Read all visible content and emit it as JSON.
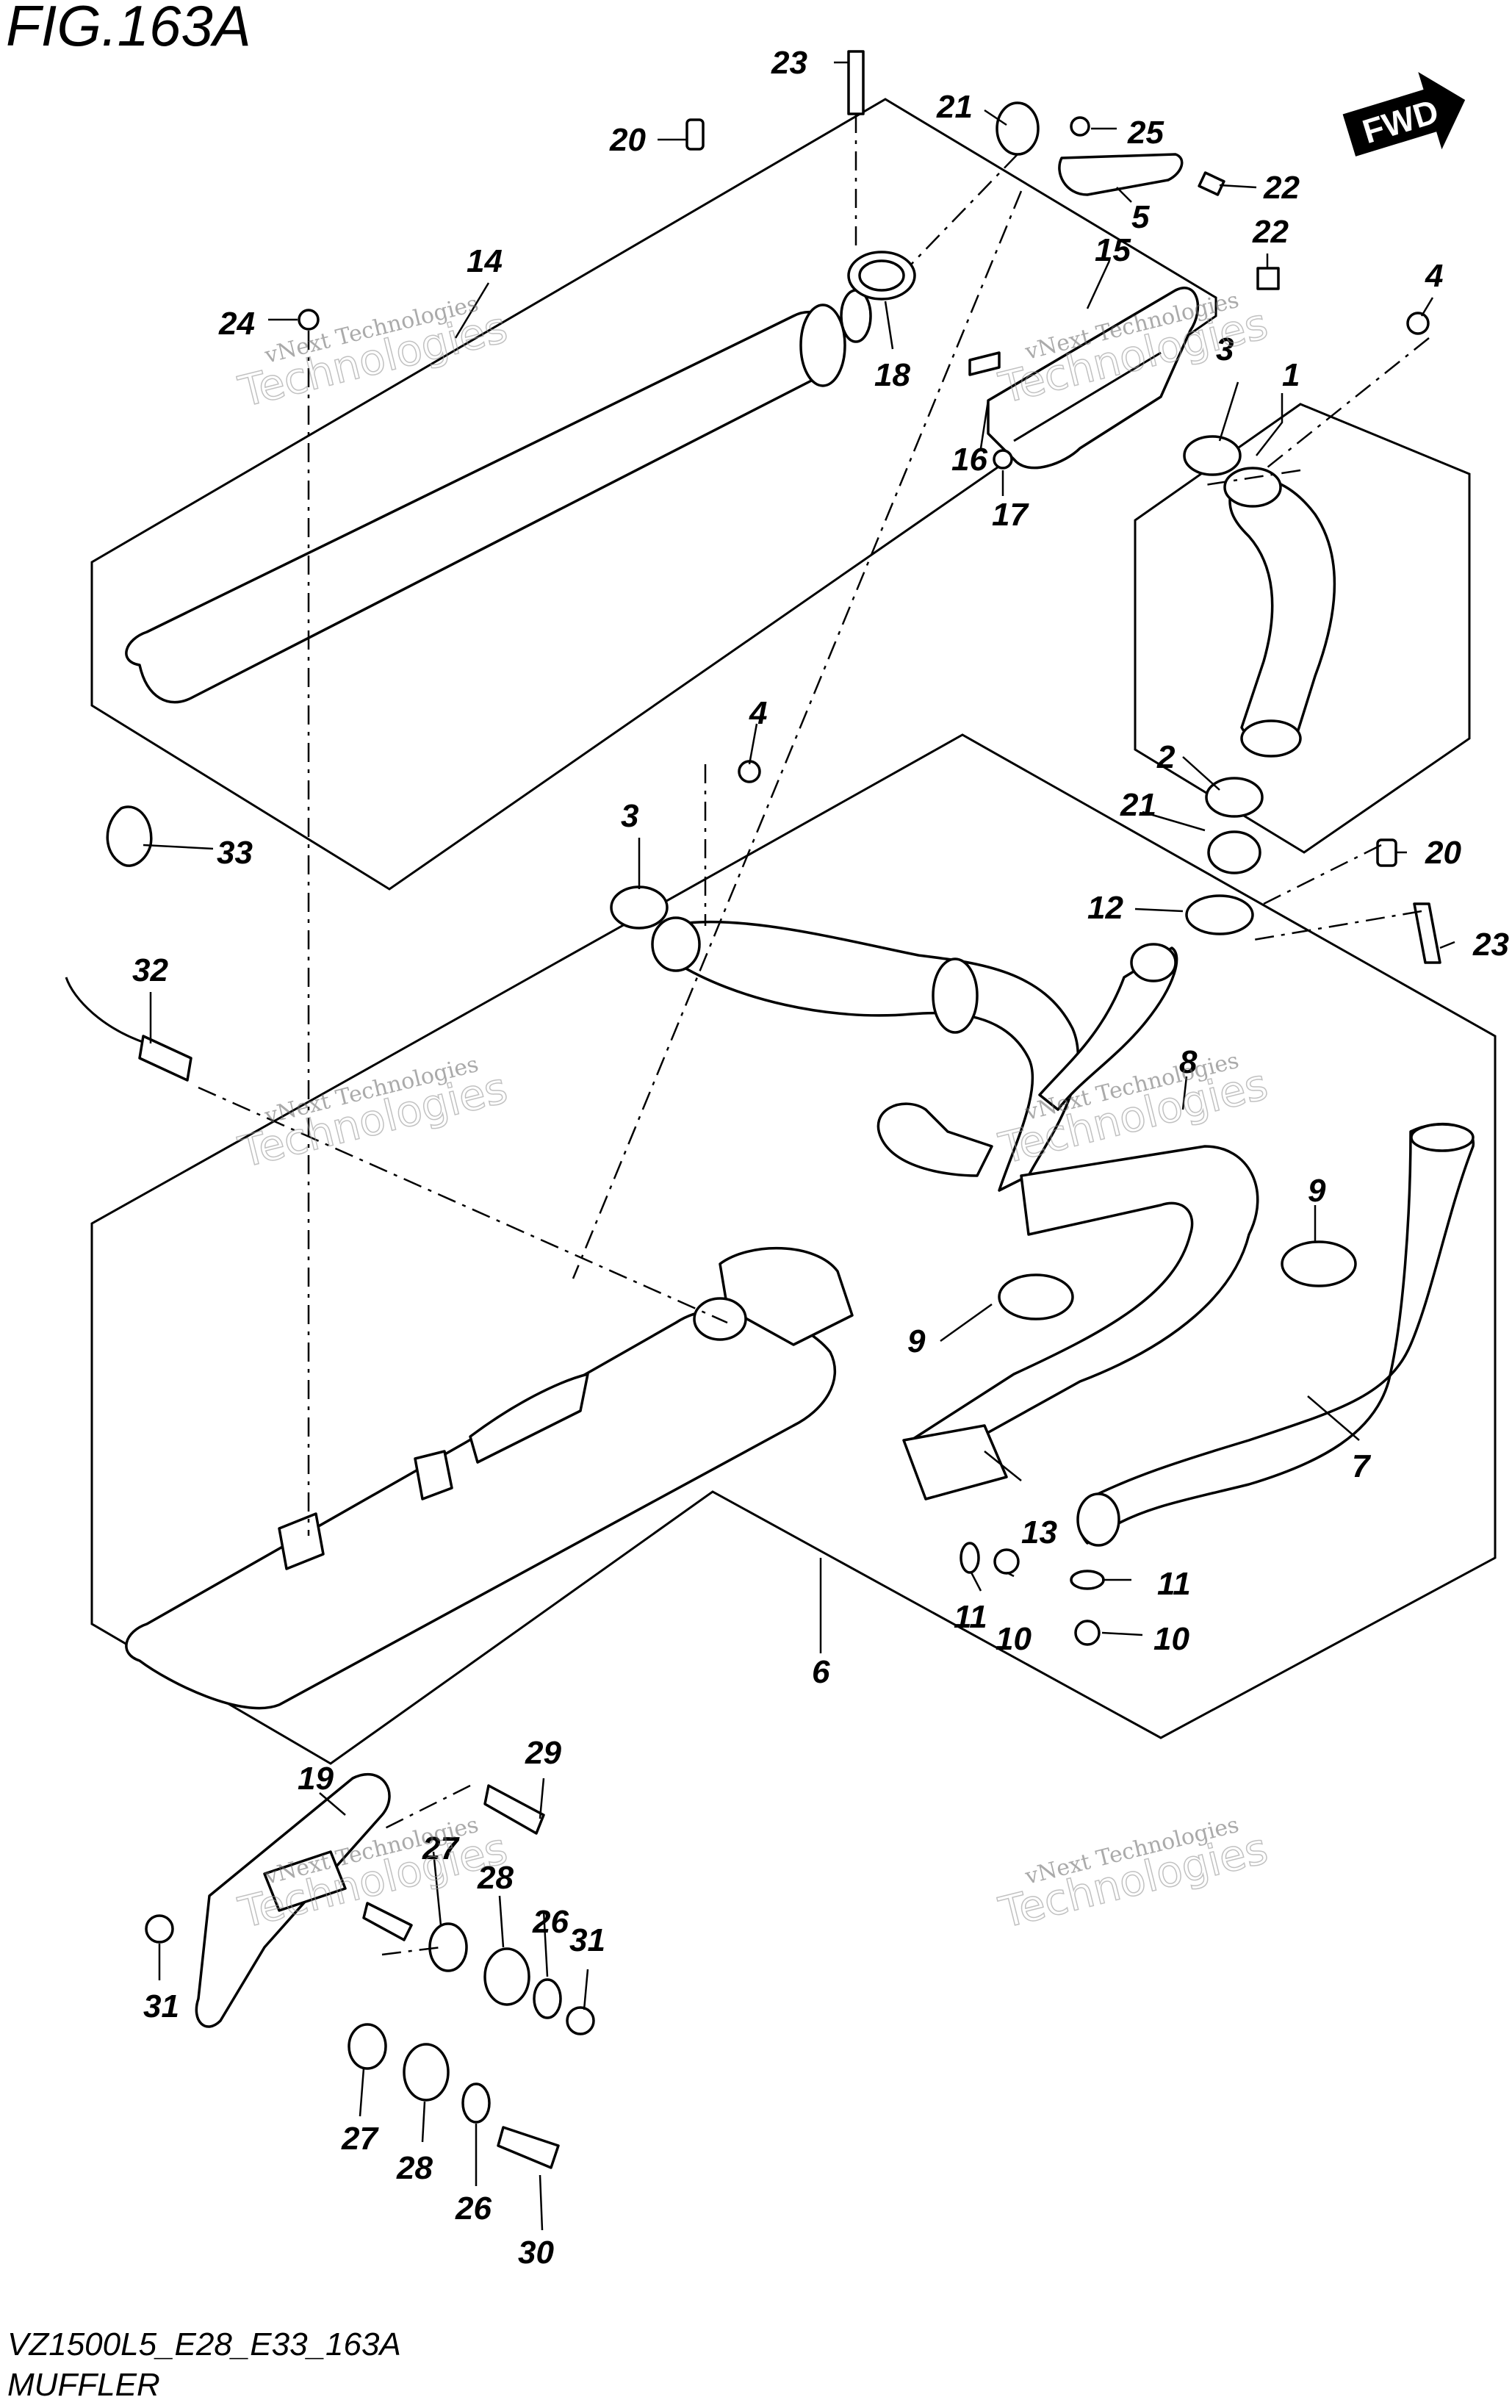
{
  "header": {
    "fig_title": "FIG.163A"
  },
  "badge": {
    "fwd_label": "FWD"
  },
  "footer": {
    "model_code": "VZ1500L5_E28_E33_163A",
    "group_name": "MUFFLER"
  },
  "watermark": {
    "line1": "vNext Technologies",
    "line2": "Technologies"
  },
  "callouts": [
    "1",
    "2",
    "3",
    "3",
    "4",
    "4",
    "5",
    "6",
    "7",
    "8",
    "9",
    "9",
    "10",
    "10",
    "11",
    "11",
    "12",
    "13",
    "14",
    "15",
    "16",
    "17",
    "18",
    "19",
    "20",
    "20",
    "21",
    "21",
    "22",
    "22",
    "23",
    "23",
    "24",
    "25",
    "26",
    "26",
    "27",
    "27",
    "28",
    "28",
    "29",
    "30",
    "31",
    "31",
    "32",
    "33"
  ]
}
